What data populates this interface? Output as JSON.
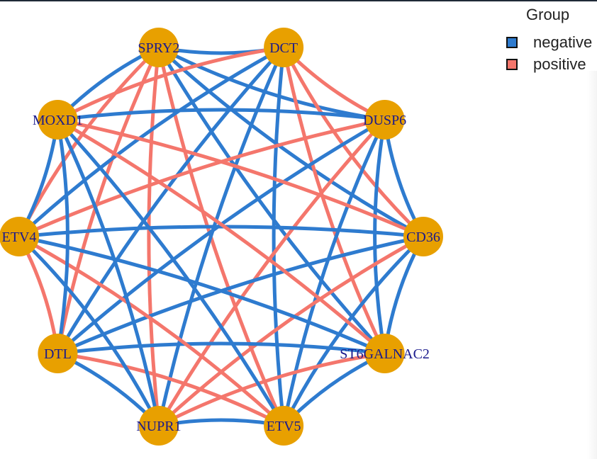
{
  "colors": {
    "negative": "#2e7bcf",
    "positive": "#f4766c",
    "node": "#e8a000"
  },
  "legend": {
    "title": "Group",
    "items": [
      {
        "label": "negative",
        "group": "negative"
      },
      {
        "label": "positive",
        "group": "positive"
      }
    ]
  },
  "nodes": [
    "SPRY2",
    "DCT",
    "DUSP6",
    "CD36",
    "ST6GALNAC2",
    "ETV5",
    "NUPR1",
    "DTL",
    "ETV4",
    "MOXD1"
  ],
  "edges": [
    {
      "source": "SPRY2",
      "target": "DCT",
      "group": "negative"
    },
    {
      "source": "SPRY2",
      "target": "DUSP6",
      "group": "negative"
    },
    {
      "source": "SPRY2",
      "target": "CD36",
      "group": "negative"
    },
    {
      "source": "SPRY2",
      "target": "ST6GALNAC2",
      "group": "negative"
    },
    {
      "source": "SPRY2",
      "target": "ETV5",
      "group": "positive"
    },
    {
      "source": "SPRY2",
      "target": "NUPR1",
      "group": "positive"
    },
    {
      "source": "SPRY2",
      "target": "DTL",
      "group": "positive"
    },
    {
      "source": "SPRY2",
      "target": "ETV4",
      "group": "positive"
    },
    {
      "source": "SPRY2",
      "target": "MOXD1",
      "group": "negative"
    },
    {
      "source": "DCT",
      "target": "DUSP6",
      "group": "positive"
    },
    {
      "source": "DCT",
      "target": "CD36",
      "group": "positive"
    },
    {
      "source": "DCT",
      "target": "ST6GALNAC2",
      "group": "positive"
    },
    {
      "source": "DCT",
      "target": "ETV5",
      "group": "negative"
    },
    {
      "source": "DCT",
      "target": "NUPR1",
      "group": "negative"
    },
    {
      "source": "DCT",
      "target": "DTL",
      "group": "negative"
    },
    {
      "source": "DCT",
      "target": "ETV4",
      "group": "negative"
    },
    {
      "source": "DCT",
      "target": "MOXD1",
      "group": "positive"
    },
    {
      "source": "DUSP6",
      "target": "CD36",
      "group": "negative"
    },
    {
      "source": "DUSP6",
      "target": "ST6GALNAC2",
      "group": "negative"
    },
    {
      "source": "DUSP6",
      "target": "ETV5",
      "group": "negative"
    },
    {
      "source": "DUSP6",
      "target": "NUPR1",
      "group": "positive"
    },
    {
      "source": "DUSP6",
      "target": "DTL",
      "group": "negative"
    },
    {
      "source": "DUSP6",
      "target": "ETV4",
      "group": "positive"
    },
    {
      "source": "DUSP6",
      "target": "MOXD1",
      "group": "negative"
    },
    {
      "source": "CD36",
      "target": "ST6GALNAC2",
      "group": "negative"
    },
    {
      "source": "CD36",
      "target": "ETV5",
      "group": "negative"
    },
    {
      "source": "CD36",
      "target": "NUPR1",
      "group": "positive"
    },
    {
      "source": "CD36",
      "target": "DTL",
      "group": "negative"
    },
    {
      "source": "CD36",
      "target": "ETV4",
      "group": "negative"
    },
    {
      "source": "CD36",
      "target": "MOXD1",
      "group": "positive"
    },
    {
      "source": "ST6GALNAC2",
      "target": "ETV5",
      "group": "negative"
    },
    {
      "source": "ST6GALNAC2",
      "target": "NUPR1",
      "group": "positive"
    },
    {
      "source": "ST6GALNAC2",
      "target": "DTL",
      "group": "negative"
    },
    {
      "source": "ST6GALNAC2",
      "target": "ETV4",
      "group": "negative"
    },
    {
      "source": "ST6GALNAC2",
      "target": "MOXD1",
      "group": "positive"
    },
    {
      "source": "ETV5",
      "target": "NUPR1",
      "group": "negative"
    },
    {
      "source": "ETV5",
      "target": "DTL",
      "group": "positive"
    },
    {
      "source": "ETV5",
      "target": "ETV4",
      "group": "positive"
    },
    {
      "source": "ETV5",
      "target": "MOXD1",
      "group": "negative"
    },
    {
      "source": "NUPR1",
      "target": "DTL",
      "group": "negative"
    },
    {
      "source": "NUPR1",
      "target": "ETV4",
      "group": "negative"
    },
    {
      "source": "NUPR1",
      "target": "MOXD1",
      "group": "negative"
    },
    {
      "source": "DTL",
      "target": "ETV4",
      "group": "positive"
    },
    {
      "source": "DTL",
      "target": "MOXD1",
      "group": "negative"
    },
    {
      "source": "ETV4",
      "target": "MOXD1",
      "group": "negative"
    }
  ]
}
